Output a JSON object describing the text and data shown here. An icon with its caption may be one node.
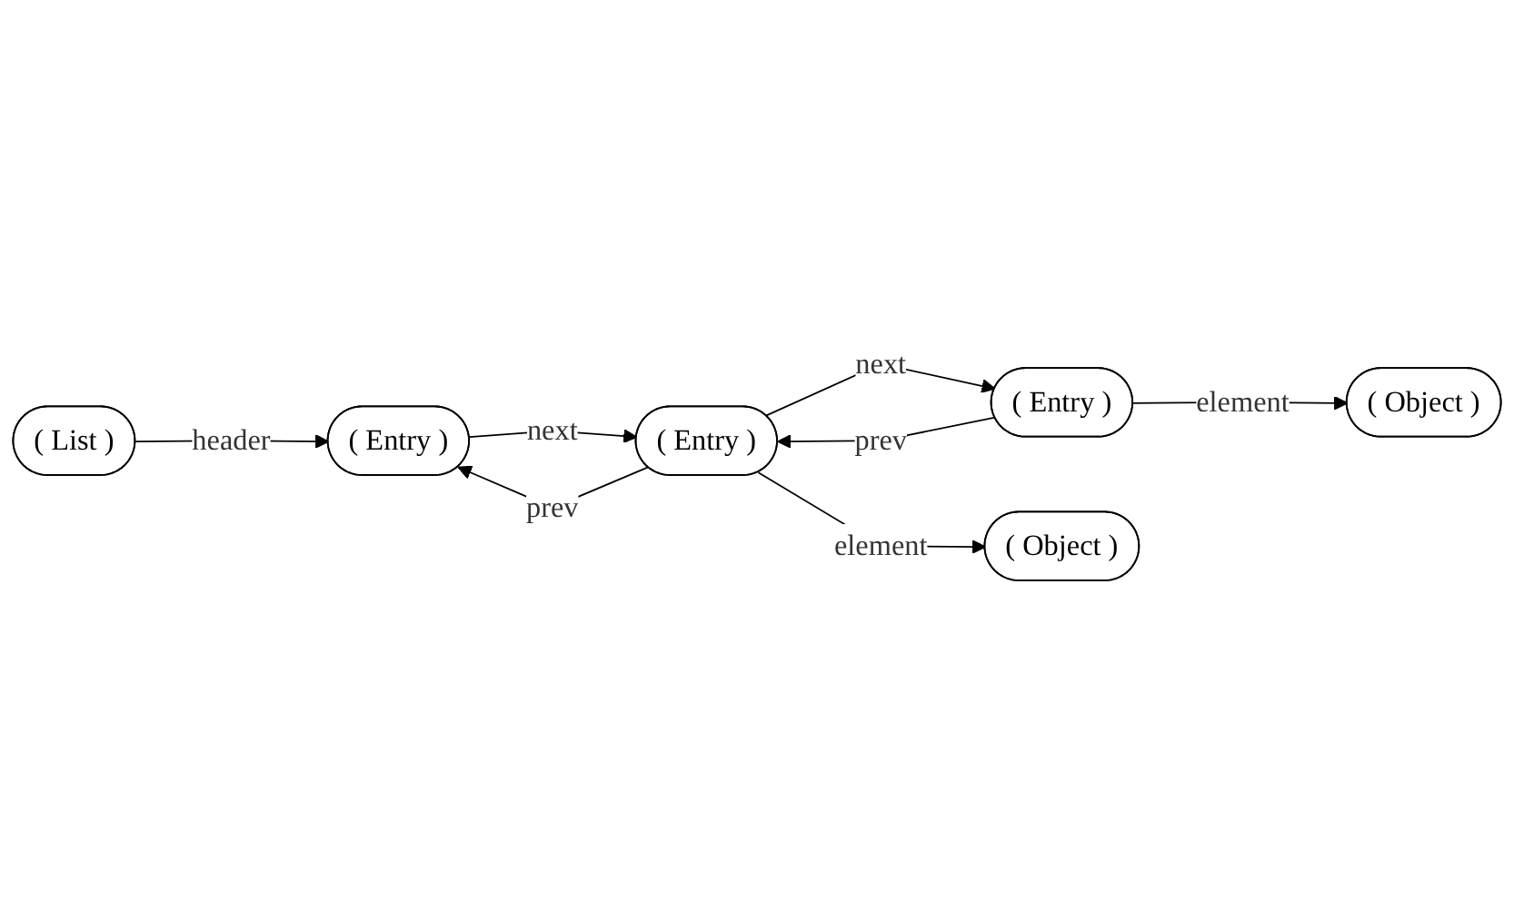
{
  "diagram": {
    "nodes": [
      {
        "text": [
          "( List )"
        ]
      },
      {
        "text": [
          "( Entry )"
        ]
      },
      {
        "text": [
          "( Entry )"
        ]
      },
      {
        "text": [
          "( Entry )"
        ]
      },
      {
        "text": [
          "( Object )"
        ]
      },
      {
        "text": [
          "( Object )"
        ]
      }
    ],
    "edges": [
      {
        "from": 0,
        "to": 1,
        "arrow": "to",
        "label": "header"
      },
      {
        "from": 1,
        "to": 2,
        "arrow": "to",
        "label": "next"
      },
      {
        "from": 2,
        "to": 1,
        "arrow": "to",
        "label": "prev"
      },
      {
        "from": 2,
        "to": 3,
        "arrow": "to",
        "label": "next"
      },
      {
        "from": 3,
        "to": 2,
        "arrow": "to",
        "label": "prev"
      },
      {
        "from": 2,
        "to": 4,
        "arrow": "to",
        "label": "element"
      },
      {
        "from": 3,
        "to": 5,
        "arrow": "to",
        "label": "element"
      }
    ]
  }
}
